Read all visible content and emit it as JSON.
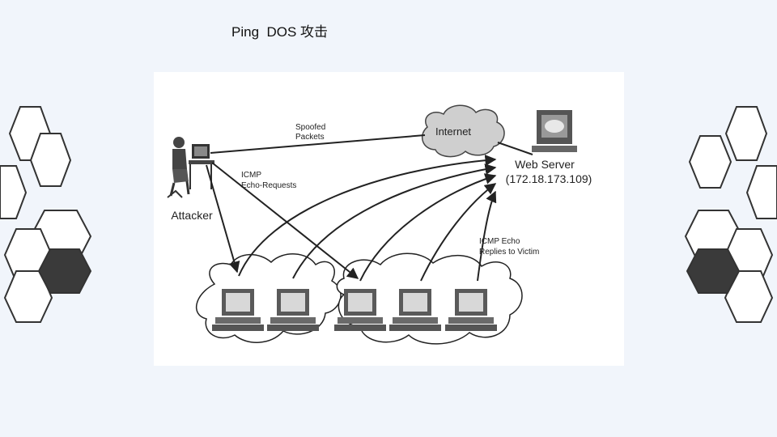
{
  "slide": {
    "title": "Ping  DOS 攻击"
  },
  "diagram": {
    "spoofed_line1": "Spoofed",
    "spoofed_line2": "Packets",
    "internet_label": "Internet",
    "web_server_line1": "Web Server",
    "web_server_line2": "(172.18.173.109)",
    "icmp_req_line1": "ICMP",
    "icmp_req_line2": "Echo-Requests",
    "attacker_label": "Attacker",
    "icmp_reply_line1": "ICMP Echo",
    "icmp_reply_line2": "Replies to Victim"
  },
  "colors": {
    "background": "#f1f5fb",
    "hex_dark": "#3a3a3a",
    "hex_light_fill": "#ffffff",
    "hex_stroke": "#333333",
    "panel": "#ffffff"
  }
}
